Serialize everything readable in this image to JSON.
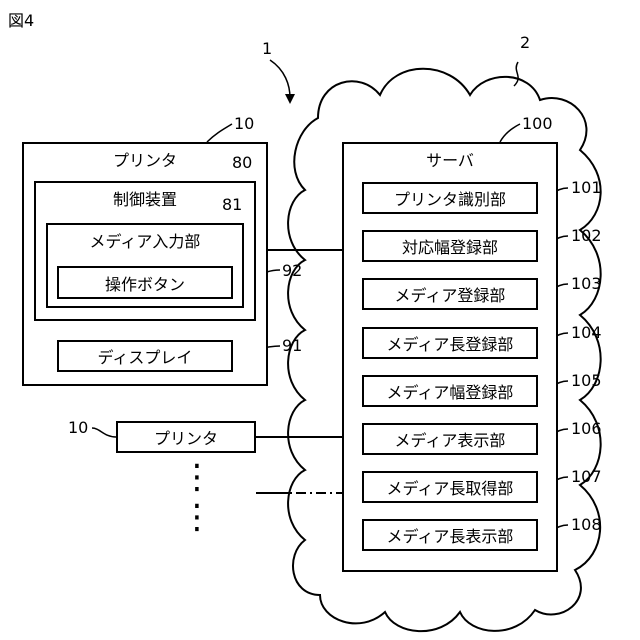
{
  "figure_label": "図4",
  "system_ref": "1",
  "cloud_ref": "2",
  "printer": {
    "title": "プリンタ",
    "ref": "10",
    "control": {
      "title": "制御装置",
      "ref": "80",
      "media_input": {
        "title": "メディア入力部",
        "ref": "81",
        "button": {
          "label": "操作ボタン",
          "ref": "92"
        }
      }
    },
    "display": {
      "label": "ディスプレイ",
      "ref": "91"
    }
  },
  "printer2": {
    "label": "プリンタ",
    "ref": "10"
  },
  "ellipsis": "⋮",
  "server": {
    "title": "サーバ",
    "ref": "100",
    "units": [
      {
        "label": "プリンタ識別部",
        "ref": "101"
      },
      {
        "label": "対応幅登録部",
        "ref": "102"
      },
      {
        "label": "メディア登録部",
        "ref": "103"
      },
      {
        "label": "メディア長登録部",
        "ref": "104"
      },
      {
        "label": "メディア幅登録部",
        "ref": "105"
      },
      {
        "label": "メディア表示部",
        "ref": "106"
      },
      {
        "label": "メディア長取得部",
        "ref": "107"
      },
      {
        "label": "メディア長表示部",
        "ref": "108"
      }
    ]
  }
}
